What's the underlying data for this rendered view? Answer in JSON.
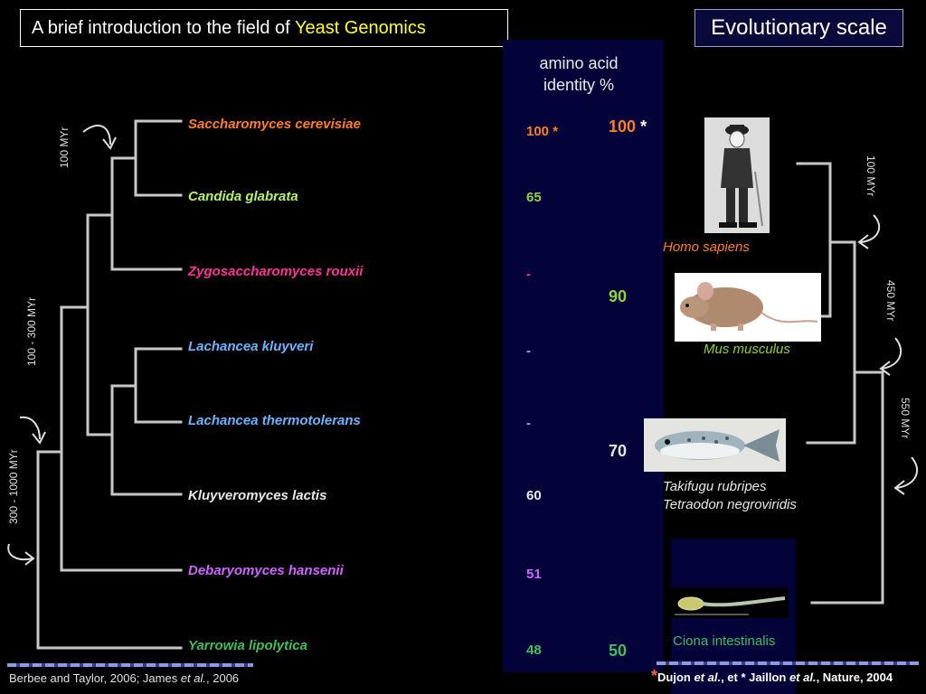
{
  "title": {
    "prefix": "A brief introduction to the field of ",
    "highlight": "Yeast Genomics"
  },
  "evolutionary_scale": "Evolutionary scale",
  "identity_header_line1": "amino acid",
  "identity_header_line2": "identity %",
  "yeasts": [
    {
      "name": "Saccharomyces cerevisiae",
      "color": "#ff7f27",
      "pct": "100",
      "pct_color": "#ff7f27",
      "star": "*"
    },
    {
      "name": "Candida glabrata",
      "color": "#b5f26a",
      "pct": "65",
      "pct_color": "#8fd43a",
      "star": ""
    },
    {
      "name": "Zygosaccharomyces rouxii",
      "color": "#ff3399",
      "pct": "-",
      "pct_color": "#ff3399",
      "star": ""
    },
    {
      "name": "Lachancea kluyveri",
      "color": "#6cb4ff",
      "pct": "-",
      "pct_color": "#6cb4ff",
      "star": ""
    },
    {
      "name": "Lachancea thermotolerans",
      "color": "#6cb4ff",
      "pct": "-",
      "pct_color": "#6cb4ff",
      "star": ""
    },
    {
      "name": "Kluyveromyces lactis",
      "color": "#e8e8e8",
      "pct": "60",
      "pct_color": "#e8e8e8",
      "star": ""
    },
    {
      "name": "Debaryomyces hansenii",
      "color": "#cc66ff",
      "pct": "51",
      "pct_color": "#cc66ff",
      "star": ""
    },
    {
      "name": "Yarrowia lipolytica",
      "color": "#3fbf5f",
      "pct": "48",
      "pct_color": "#3fbf5f",
      "star": ""
    }
  ],
  "vertebrate_identity": [
    {
      "value": "100",
      "color": "#ff7f27",
      "star": "*"
    },
    {
      "value": "90",
      "color": "#8fd43a",
      "star": ""
    },
    {
      "value": "70",
      "color": "#e8e8e8",
      "star": ""
    },
    {
      "value": "50",
      "color": "#3fbf5f",
      "star": ""
    }
  ],
  "yeast_times": {
    "t1": "100 MYr",
    "t2": "100 - 300 MYr",
    "t3": "300 - 1000 MYr"
  },
  "animal_times": {
    "t1": "100 MYr",
    "t2": "450 MYr",
    "t3": "550 MYr"
  },
  "animals": {
    "homo": "Homo sapiens",
    "mus": "Mus musculus",
    "fugu": "Takifugu rubripes",
    "tetraodon": "Tetraodon negroviridis",
    "ciona": "Ciona intestinalis"
  },
  "animal_colors": {
    "homo": "#ff7f27",
    "mus": "#8fd43a",
    "fish": "#e8e8e8",
    "ciona": "#3fbf5f"
  },
  "footer": {
    "left_prefix": "Berbee and Taylor, 2006; James ",
    "left_etal": "et al.",
    "left_suffix": ", 2006",
    "right_star": "*",
    "right_a": "Dujon ",
    "right_etal1": "et al.",
    "right_b": ", et * Jaillon ",
    "right_etal2": "et al.",
    "right_c": ", Nature, 2004"
  },
  "icons": [
    "curved-arrow-icon"
  ]
}
